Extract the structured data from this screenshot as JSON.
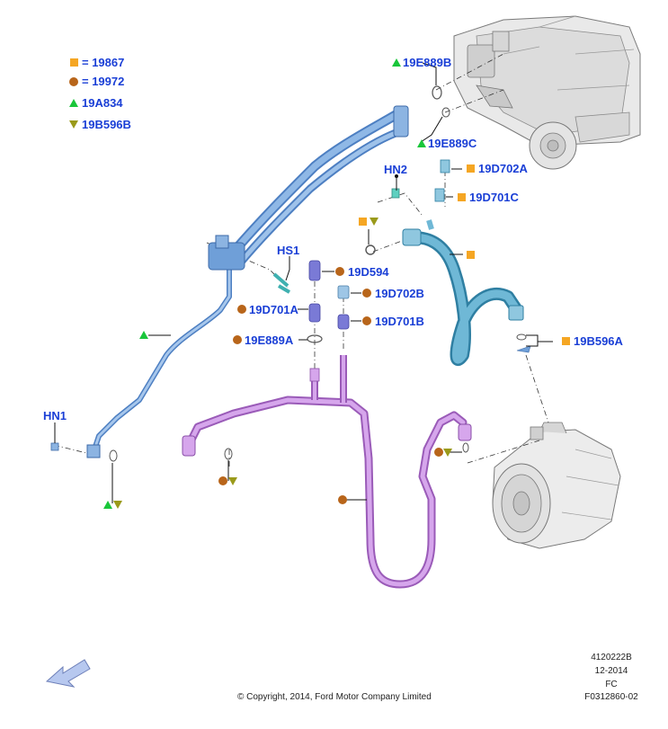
{
  "legend": [
    {
      "symbol": "square",
      "color": "#f5a623",
      "text": "= 19867"
    },
    {
      "symbol": "circle",
      "color": "#b8651a",
      "text": "= 19972"
    },
    {
      "symbol": "triangle-up",
      "color": "#19c63a",
      "text": "19A834"
    },
    {
      "symbol": "triangle-down",
      "color": "#9a9a1a",
      "text": "19B596B"
    }
  ],
  "colors": {
    "label_blue": "#1a3fd6",
    "liquid_line_blue": "#6f9fd8",
    "suction_hose_teal": "#5aa8c8",
    "rear_line_purple": "#c58be0"
  },
  "labels": {
    "hn1": "HN1",
    "hn2": "HN2",
    "hs1": "HS1",
    "e889b": "19E889B",
    "e889c": "19E889C",
    "d702a": "19D702A",
    "d701c": "19D701C",
    "d594": "19D594",
    "d702b": "19D702B",
    "d701a": "19D701A",
    "d701b": "19D701B",
    "e889a": "19E889A",
    "b596a": "19B596A"
  },
  "footer": {
    "copyright": "© Copyright, 2014, Ford Motor Company Limited",
    "code1": "4120222B",
    "date": "12-2014",
    "fc": "FC",
    "ref": "F0312860-02"
  }
}
